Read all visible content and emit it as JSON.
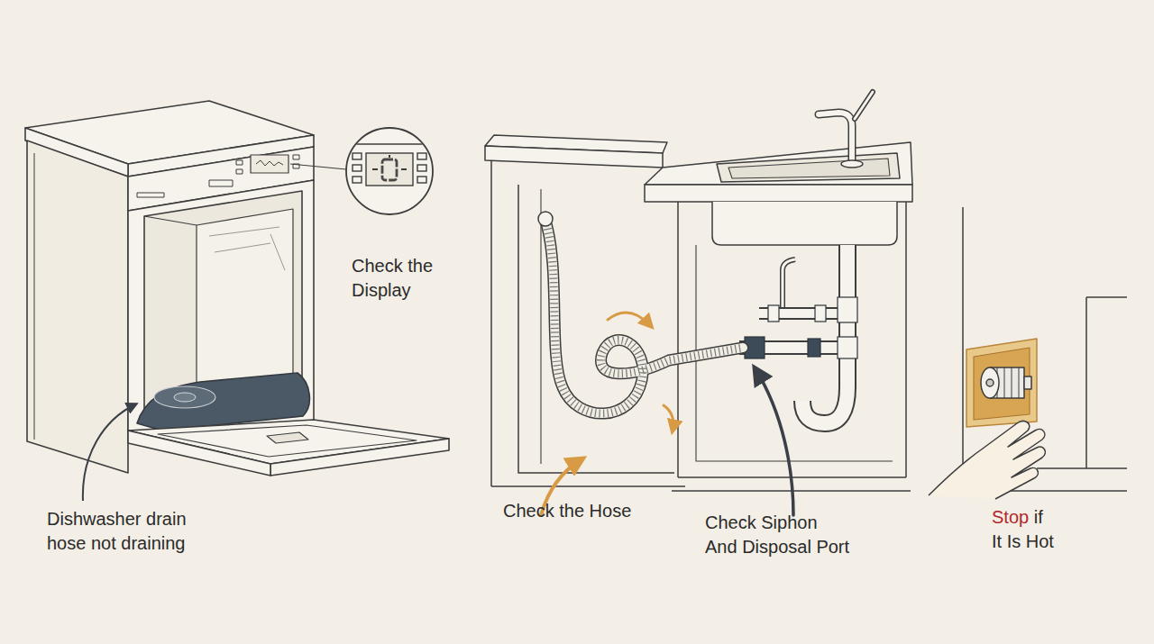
{
  "diagram": {
    "labels": [
      "Check the Display",
      "Dishwasher drain hose not draining",
      "Check the Hose",
      "Check Siphon And Disposal Port",
      "Stop",
      "if It Is Hot"
    ]
  }
}
